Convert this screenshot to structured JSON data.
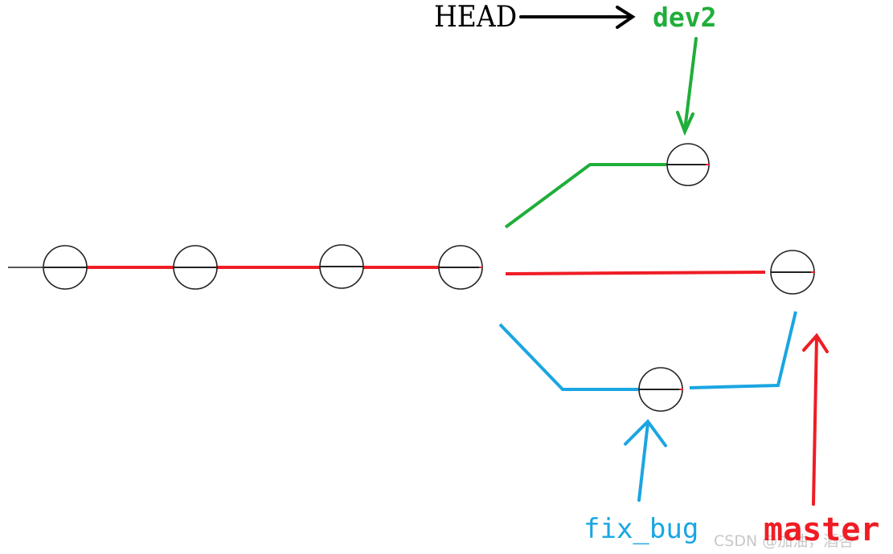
{
  "labels": {
    "head": "HEAD",
    "dev2": "dev2",
    "fix_bug": "fix_bug",
    "master": "master"
  },
  "watermark": "CSDN @加油，酒杏",
  "colors": {
    "main": "#ef1d25",
    "dev2": "#1fae3a",
    "fix_bug": "#1aa6e2",
    "head": "#000000"
  }
}
